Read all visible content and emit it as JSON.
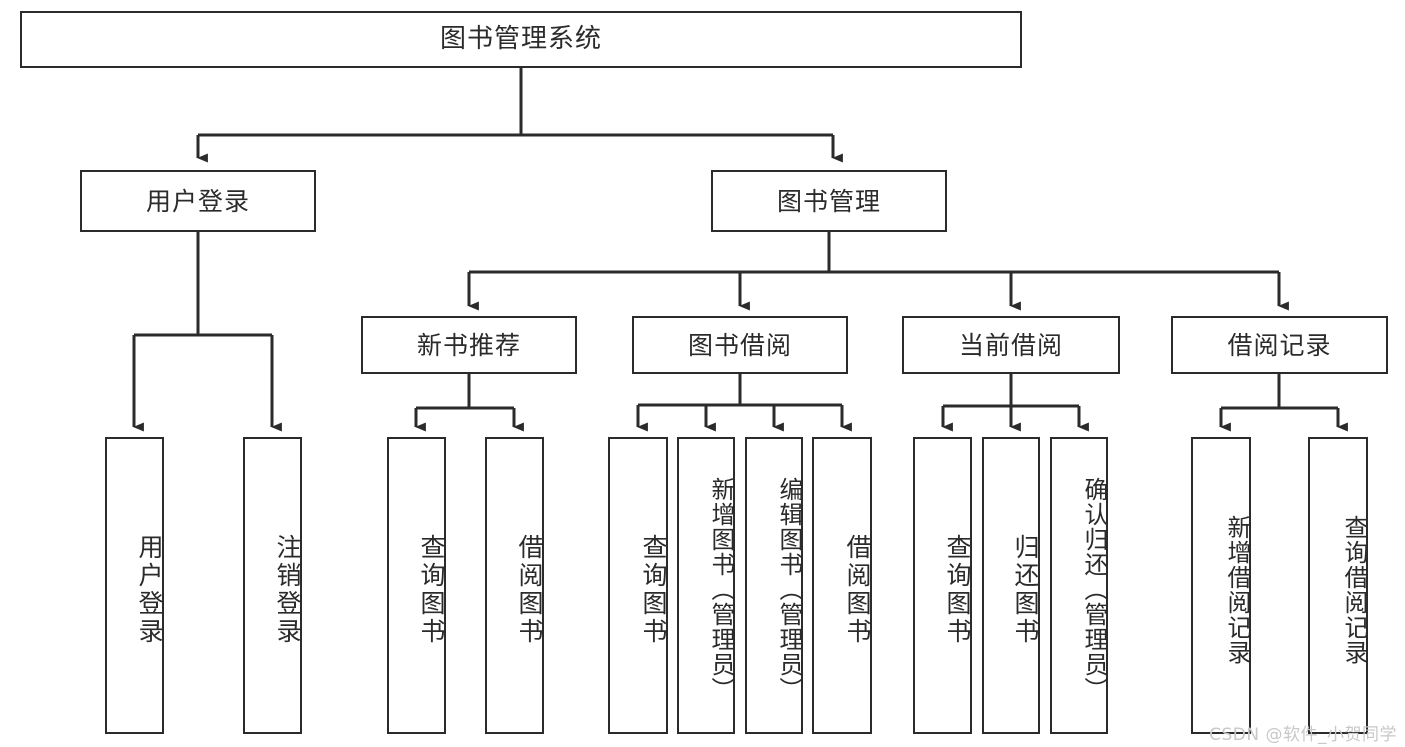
{
  "diagram": {
    "type": "tree-hierarchy",
    "title": "图书管理系统",
    "watermark": "CSDN @软件_小贺同学",
    "colors": {
      "stroke": "#2b2b2b",
      "fill": "#ffffff",
      "background": "#ffffff",
      "watermark": "#c8c8c8"
    },
    "root": {
      "label": "图书管理系统"
    },
    "level1": [
      {
        "label": "用户登录"
      },
      {
        "label": "图书管理"
      }
    ],
    "level2": [
      {
        "label": "新书推荐"
      },
      {
        "label": "图书借阅"
      },
      {
        "label": "当前借阅"
      },
      {
        "label": "借阅记录"
      }
    ],
    "leaves": {
      "user_login": [
        {
          "label": "用户登录"
        },
        {
          "label": "注销登录"
        }
      ],
      "new_book_recommend": [
        {
          "label": "查询图书"
        },
        {
          "label": "借阅图书"
        }
      ],
      "book_borrow": [
        {
          "label": "查询图书"
        },
        {
          "label": "新增图书（管理员）"
        },
        {
          "label": "编辑图书（管理员）"
        },
        {
          "label": "借阅图书"
        }
      ],
      "current_borrow": [
        {
          "label": "查询图书"
        },
        {
          "label": "归还图书"
        },
        {
          "label": "确认归还（管理员）"
        }
      ],
      "borrow_record": [
        {
          "label": "新增借阅记录"
        },
        {
          "label": "查询借阅记录"
        }
      ]
    }
  }
}
